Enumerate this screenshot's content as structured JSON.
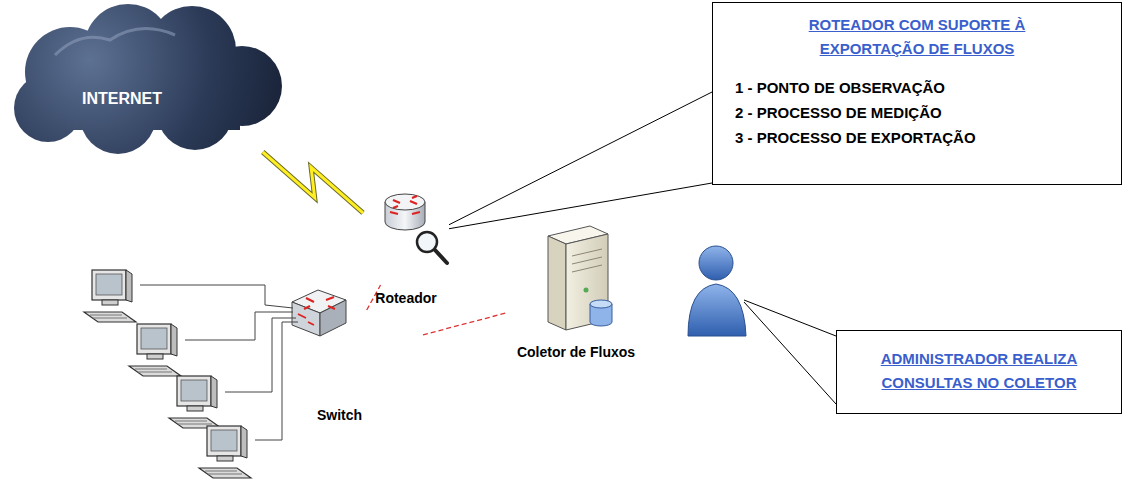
{
  "diagram": {
    "nodes": [
      {
        "text": [
          "INTERNET"
        ]
      },
      {
        "text": [
          "ROTEADOR COM SUPORTE À EXPORTAÇÃO DE FLUXOS",
          "1 - PONTO DE OBSERVAÇÃO",
          "2 - PROCESSO DE MEDIÇÃO",
          "3 - PROCESSO DE EXPORTAÇÃO"
        ]
      },
      {
        "text": [
          "Roteador"
        ]
      },
      {
        "text": [
          "Switch"
        ]
      },
      {
        "text": [
          "Coletor de Fluxos"
        ]
      },
      {
        "text": [
          "ADMINISTRADOR REALIZA CONSULTAS NO COLETOR"
        ]
      }
    ],
    "edges": [
      {
        "from": 0,
        "to": 2,
        "arrow": "none"
      },
      {
        "from": 2,
        "to": 3,
        "arrow": "none"
      },
      {
        "from": 3,
        "to": 4,
        "arrow": "none"
      },
      {
        "from": 1,
        "to": 2,
        "arrow": "none"
      }
    ]
  }
}
